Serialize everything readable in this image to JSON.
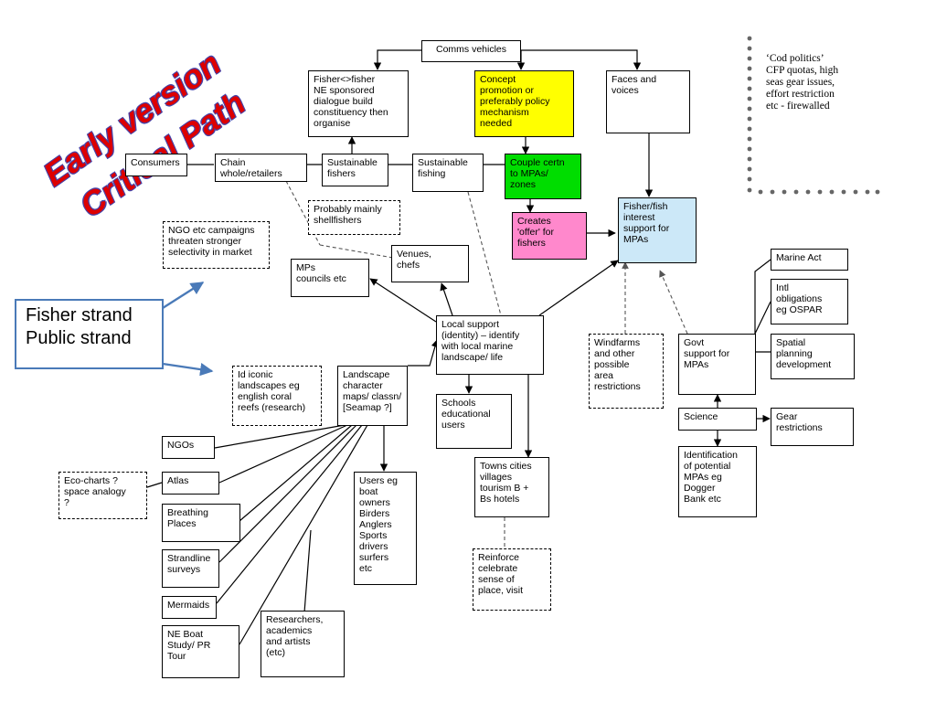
{
  "title": {
    "line1": "Early version",
    "line2": "Critical Path"
  },
  "legend": "Fisher strand\nPublic strand",
  "note": "‘Cod politics’\nCFP quotas, high\nseas gear issues,\neffort restriction\netc - firewalled",
  "boxes": {
    "comms": "Comms vehicles",
    "fisher_fisher": "Fisher<>fisher\nNE sponsored\ndialogue build\nconstituency then\norganise",
    "concept": "Concept\npromotion or\npreferably policy\nmechanism\nneeded",
    "faces": "Faces and\nvoices",
    "consumers": "Consumers",
    "chain": "Chain\nwhole/retailers",
    "sust_fishers": "Sustainable\nfishers",
    "sust_fishing": "Sustainable\nfishing",
    "couple": "Couple certn\nto MPAs/\nzones",
    "shellfishers": "Probably mainly\nshellfishers",
    "ngo_campaigns": "NGO etc campaigns\nthreaten stronger\nselectivity in market",
    "creates": "Creates\n'offer' for\nfishers",
    "fisherfish": "Fisher/fish\ninterest\nsupport for\nMPAs",
    "venues": "Venues,\nchefs",
    "mps": "MPs\ncouncils etc",
    "marine_act": "Marine Act",
    "intl": "Intl\nobligations\neg OSPAR",
    "local": "Local support\n(identity) – identify\nwith local marine\nlandscape/ life",
    "windfarms": "Windfarms\nand other\npossible\narea\nrestrictions",
    "govt": "Govt\nsupport for\nMPAs",
    "spatial": "Spatial\nplanning\ndevelopment",
    "iconic": "Id iconic\nlandscapes eg\nenglish coral\nreefs (research)",
    "landscape": "Landscape\ncharacter\nmaps/ classn/\n[Seamap ?]",
    "schools": "Schools\neducational\nusers",
    "science": "Science",
    "gear": "Gear\nrestrictions",
    "ngos": "NGOs",
    "identification": "Identification\nof potential\nMPAs eg\nDogger\nBank etc",
    "towns": "Towns cities\nvillages\ntourism B +\nBs hotels",
    "ecocharts": "Eco-charts ?\nspace analogy\n?",
    "atlas": "Atlas",
    "users": "Users eg\nboat\nowners\nBirders\nAnglers\nSports\ndrivers\nsurfers\netc",
    "breathing": "Breathing\nPlaces",
    "strandline": "Strandline\nsurveys",
    "reinforce": "Reinforce\ncelebrate\nsense of\nplace, visit",
    "mermaids": "Mermaids",
    "researchers": "Researchers,\nacademics\nand artists\n(etc)",
    "ne_boat": "NE Boat\nStudy/ PR\nTour"
  },
  "colors": {
    "title_red": "#dd0000",
    "legend_border": "#4a7ab8",
    "concept_fill": "#ffff00",
    "couple_fill": "#00dd00",
    "creates_fill": "#ff88cc",
    "fisherfish_fill": "#cce8f8"
  }
}
